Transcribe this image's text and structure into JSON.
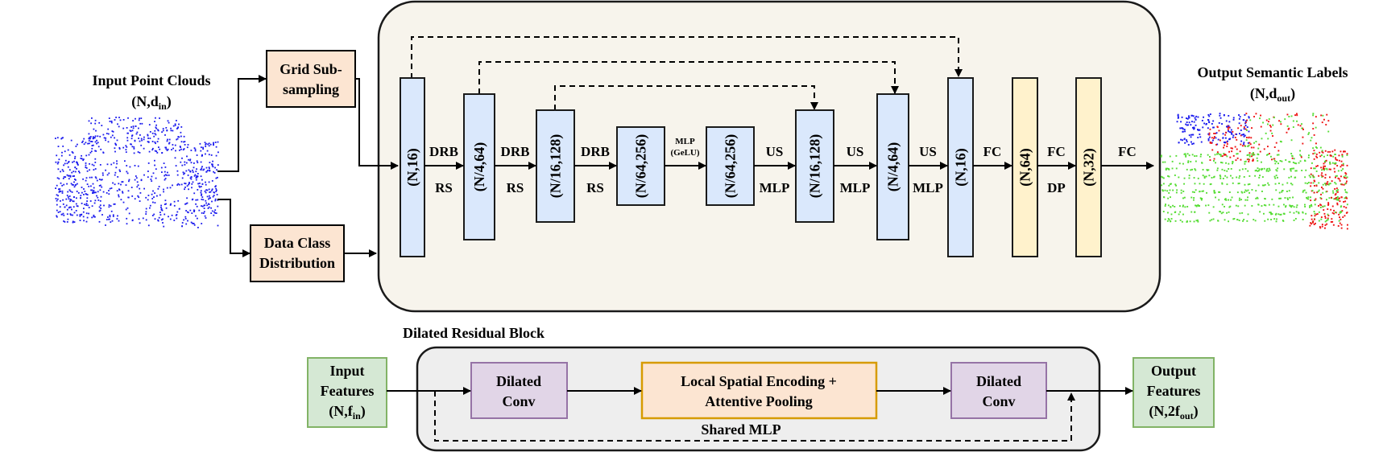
{
  "colors": {
    "main_panel_fill": "#f7f4ec",
    "drb_panel_fill": "#eeeeee",
    "encoder_fill": "#dae8fc",
    "encoder_stroke": "#1a1a1a",
    "fc_fill": "#fff2cc",
    "orange_box_fill": "#fce5d2",
    "orange_box_stroke": "#000000",
    "purple_fill": "#e1d5e7",
    "purple_stroke": "#9673a6",
    "green_fill": "#d5e8d4",
    "green_stroke": "#82b366",
    "lse_fill": "#fce5d2",
    "lse_stroke": "#d79b00",
    "ground_green": "#55dd33",
    "points_blue": "#1a1aee",
    "points_red": "#ee1111"
  },
  "input": {
    "title": "Input Point Clouds",
    "shape_main": "(N,d",
    "shape_sub": "in",
    "shape_close": ")"
  },
  "output": {
    "title": "Output Semantic Labels",
    "shape_main": "(N,d",
    "shape_sub": "out",
    "shape_close": ")"
  },
  "preprocess": {
    "grid_line1": "Grid Sub-",
    "grid_line2": "sampling",
    "dist_line1": "Data Class",
    "dist_line2": "Distribution"
  },
  "layers": [
    {
      "label": "(N,16)",
      "kind": "encoder"
    },
    {
      "label": "(N/4,64)",
      "kind": "encoder"
    },
    {
      "label": "(N/16,128)",
      "kind": "encoder"
    },
    {
      "label": "(N/64,256)",
      "kind": "encoder"
    },
    {
      "label": "(N/64,256)",
      "kind": "encoder"
    },
    {
      "label": "(N/16,128)",
      "kind": "encoder"
    },
    {
      "label": "(N/4,64)",
      "kind": "encoder"
    },
    {
      "label": "(N,16)",
      "kind": "encoder"
    },
    {
      "label": "(N,64)",
      "kind": "fc"
    },
    {
      "label": "(N,32)",
      "kind": "fc"
    }
  ],
  "ops": [
    {
      "top": "DRB",
      "bottom": "RS"
    },
    {
      "top": "DRB",
      "bottom": "RS"
    },
    {
      "top": "DRB",
      "bottom": "RS"
    },
    {
      "top": "MLP",
      "bottom": "(GeLU)",
      "small": true
    },
    {
      "top": "US",
      "bottom": "MLP"
    },
    {
      "top": "US",
      "bottom": "MLP"
    },
    {
      "top": "US",
      "bottom": "MLP"
    },
    {
      "top": "FC",
      "bottom": ""
    },
    {
      "top": "FC",
      "bottom": "DP"
    },
    {
      "top": "FC",
      "bottom": ""
    }
  ],
  "drb": {
    "title": "Dilated Residual Block",
    "input_line1": "Input",
    "input_line2": "Features",
    "input_shape_main": "(N,f",
    "input_shape_sub": "in",
    "input_shape_close": ")",
    "conv1_line1": "Dilated",
    "conv1_line2": "Conv",
    "lse_line1": "Local Spatial Encoding +",
    "lse_line2": "Attentive Pooling",
    "conv2_line1": "Dilated",
    "conv2_line2": "Conv",
    "shared": "Shared MLP",
    "output_line1": "Output",
    "output_line2": "Features",
    "output_shape_main": "(N,2f",
    "output_shape_sub": "out",
    "output_shape_close": ")"
  }
}
